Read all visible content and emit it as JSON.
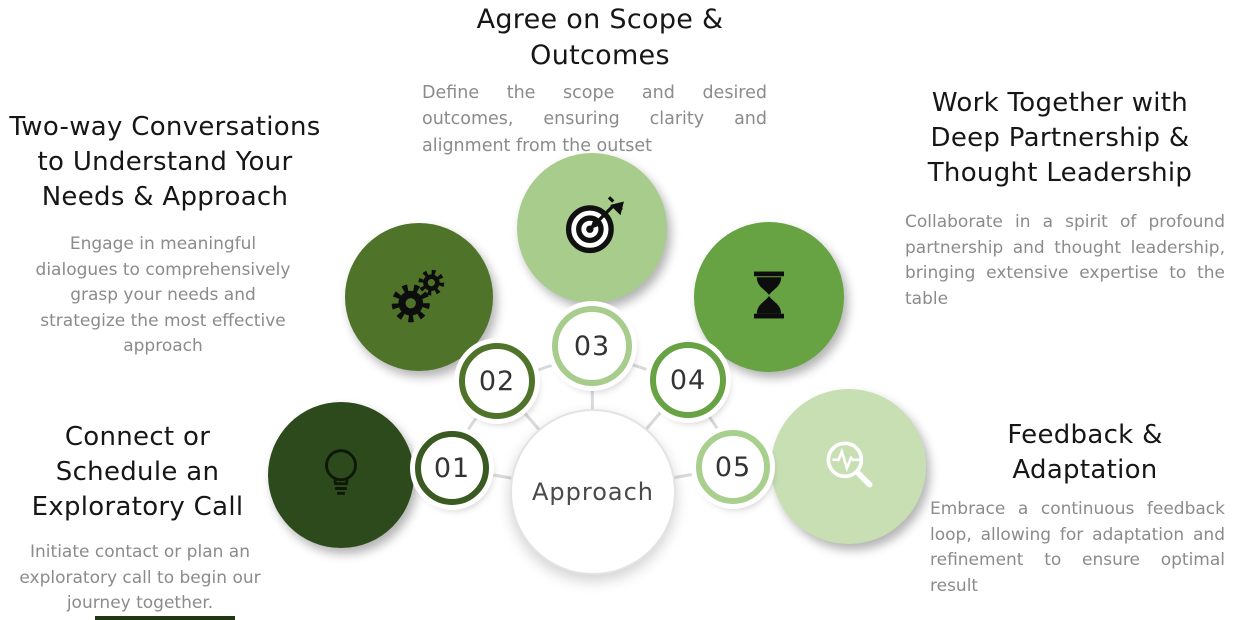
{
  "center": {
    "label": "Approach"
  },
  "steps": [
    {
      "number": "01",
      "icon": "lightbulb-icon",
      "heading": "Connect or Schedule an Exploratory Call",
      "body": "Initiate contact or plan an exploratory call to begin our journey together.",
      "circle_color": "#2d4a1d",
      "ring_color": "#3a5a21"
    },
    {
      "number": "02",
      "icon": "gears-icon",
      "heading": "Two-way Conversations to Understand Your Needs & Approach",
      "body": "Engage in meaningful dialogues to comprehensively grasp your needs and strategize the most effective approach",
      "circle_color": "#4f7429",
      "ring_color": "#4f7429"
    },
    {
      "number": "03",
      "icon": "target-icon",
      "heading": "Agree on Scope & Outcomes",
      "body": "Define the scope and desired outcomes, ensuring clarity and alignment from the outset",
      "circle_color": "#a7cc8c",
      "ring_color": "#a7cc8c"
    },
    {
      "number": "04",
      "icon": "hourglass-icon",
      "heading": "Work Together with Deep Partnership & Thought Leadership",
      "body": "Collaborate in a spirit of profound partnership and thought leadership, bringing extensive expertise to the table",
      "circle_color": "#67a243",
      "ring_color": "#67a243"
    },
    {
      "number": "05",
      "icon": "pulse-magnifier-icon",
      "heading": "Feedback & Adaptation",
      "body": "Embrace a continuous feedback loop, allowing for adaptation and refinement to ensure optimal result",
      "circle_color": "#c8dfb4",
      "ring_color": "#a9cf8e"
    }
  ],
  "colors": {
    "connector_gray": "#d9d9d9",
    "heading_text": "#161616",
    "body_text": "#8b8b8b",
    "background": "#ffffff"
  }
}
